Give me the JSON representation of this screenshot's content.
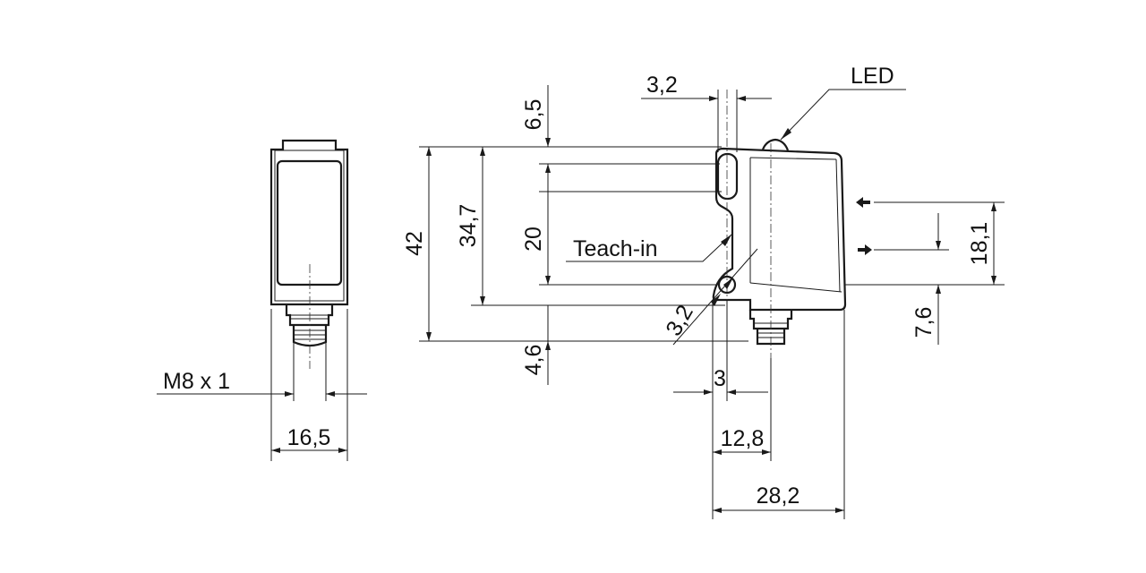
{
  "dimensions": {
    "thread": "M8 x 1",
    "width_front": "16,5",
    "height_total": "42",
    "height_body": "34,7",
    "hole_spacing": "20",
    "top_offset": "6,5",
    "bottom_offset": "4,6",
    "hole_width": "3,2",
    "hole_diameter": "3,2",
    "connector_offset": "3",
    "connector_position": "12,8",
    "depth_total": "28,2",
    "optical_axis_spacing": "18,1",
    "optical_axis_bottom": "7,6"
  },
  "labels": {
    "led": "LED",
    "teach_in": "Teach-in"
  }
}
